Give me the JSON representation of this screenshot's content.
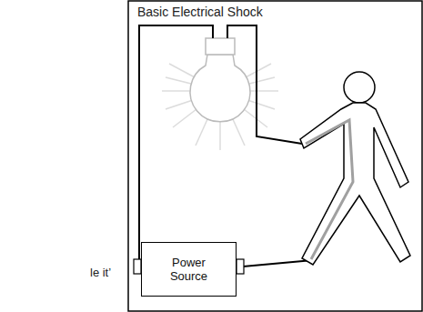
{
  "diagram": {
    "title": "Basic Electrical Shock",
    "nodes": [
      {
        "text": [
          "Power Source"
        ]
      }
    ],
    "labels": [
      "le it’"
    ]
  }
}
